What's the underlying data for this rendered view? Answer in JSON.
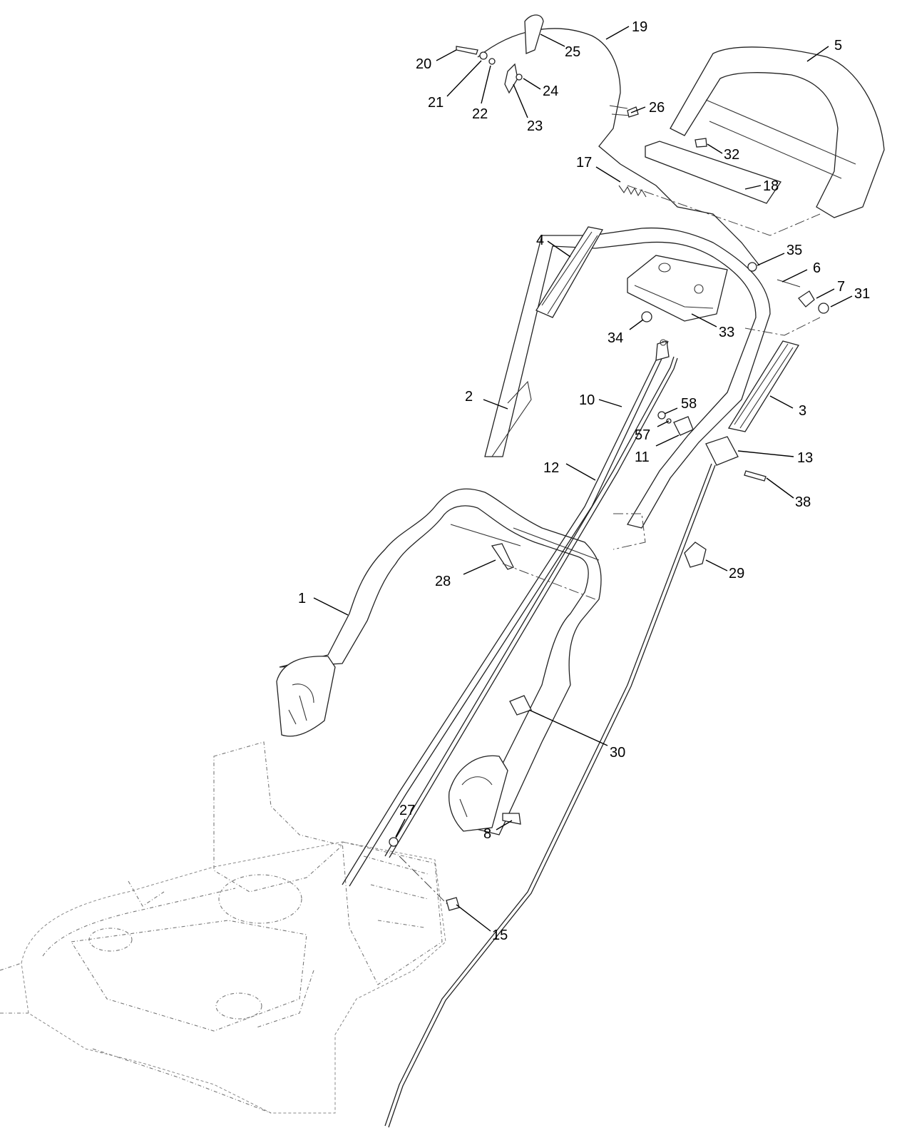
{
  "callouts": [
    {
      "id": "c1",
      "label": "1"
    },
    {
      "id": "c2",
      "label": "2"
    },
    {
      "id": "c3",
      "label": "3"
    },
    {
      "id": "c4",
      "label": "4"
    },
    {
      "id": "c5",
      "label": "5"
    },
    {
      "id": "c6",
      "label": "6"
    },
    {
      "id": "c7",
      "label": "7"
    },
    {
      "id": "c8",
      "label": "8"
    },
    {
      "id": "c10",
      "label": "10"
    },
    {
      "id": "c11",
      "label": "11"
    },
    {
      "id": "c12",
      "label": "12"
    },
    {
      "id": "c13",
      "label": "13"
    },
    {
      "id": "c15",
      "label": "15"
    },
    {
      "id": "c17",
      "label": "17"
    },
    {
      "id": "c18",
      "label": "18"
    },
    {
      "id": "c19",
      "label": "19"
    },
    {
      "id": "c20",
      "label": "20"
    },
    {
      "id": "c21",
      "label": "21"
    },
    {
      "id": "c22",
      "label": "22"
    },
    {
      "id": "c23",
      "label": "23"
    },
    {
      "id": "c24",
      "label": "24"
    },
    {
      "id": "c25",
      "label": "25"
    },
    {
      "id": "c26",
      "label": "26"
    },
    {
      "id": "c27",
      "label": "27"
    },
    {
      "id": "c28",
      "label": "28"
    },
    {
      "id": "c29",
      "label": "29"
    },
    {
      "id": "c30",
      "label": "30"
    },
    {
      "id": "c31",
      "label": "31"
    },
    {
      "id": "c32",
      "label": "32"
    },
    {
      "id": "c33",
      "label": "33"
    },
    {
      "id": "c34",
      "label": "34"
    },
    {
      "id": "c35",
      "label": "35"
    },
    {
      "id": "c38",
      "label": "38"
    },
    {
      "id": "c57",
      "label": "57"
    },
    {
      "id": "c58",
      "label": "58"
    }
  ]
}
